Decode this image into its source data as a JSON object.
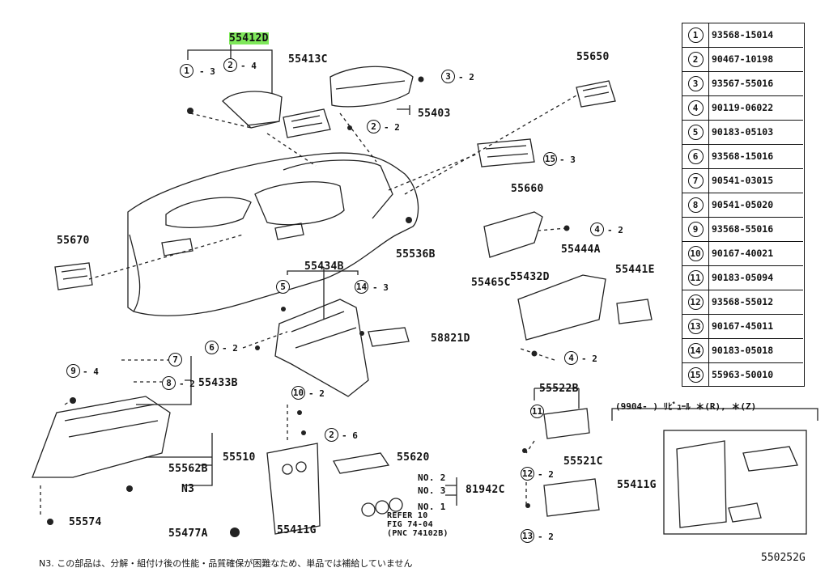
{
  "parts": {
    "p55412D": "55412D",
    "p55413C": "55413C",
    "p55650": "55650",
    "p55403": "55403",
    "p55660": "55660",
    "p55670": "55670",
    "p55536B": "55536B",
    "p55444A": "55444A",
    "p55465C": "55465C",
    "p55432D": "55432D",
    "p55441E": "55441E",
    "p55434B": "55434B",
    "p58821D": "58821D",
    "p55433B": "55433B",
    "p55510": "55510",
    "p55562B": "55562B",
    "pN3": "N3",
    "p55574": "55574",
    "p55477A": "55477A",
    "p55411G": "55411G",
    "p55620": "55620",
    "p81942C": "81942C",
    "no2": "NO. 2",
    "no3": "NO. 3",
    "no1": "NO. 1",
    "refer1": "REFER 10",
    "refer2": "FIG 74-04",
    "refer3": "(PNC 74102B)",
    "p55522B": "55522B",
    "p55521C": "55521C",
    "p55411G_opt": "55411G"
  },
  "callouts": {
    "c1": "1",
    "c2": "2",
    "c3": "3",
    "c4": "4",
    "c5": "5",
    "c6": "6",
    "c7": "7",
    "c8": "8",
    "c9": "9",
    "c10": "10",
    "c11": "11",
    "c12": "12",
    "c13": "13",
    "c14": "14",
    "c15": "15"
  },
  "qty": {
    "q3": "3",
    "q4": "4",
    "q2": "2",
    "q6": "6"
  },
  "table": [
    {
      "n": "1",
      "part": "93568-15014"
    },
    {
      "n": "2",
      "part": "90467-10198"
    },
    {
      "n": "3",
      "part": "93567-55016"
    },
    {
      "n": "4",
      "part": "90119-06022"
    },
    {
      "n": "5",
      "part": "90183-05103"
    },
    {
      "n": "6",
      "part": "93568-15016"
    },
    {
      "n": "7",
      "part": "90541-03015"
    },
    {
      "n": "8",
      "part": "90541-05020"
    },
    {
      "n": "9",
      "part": "93568-55016"
    },
    {
      "n": "10",
      "part": "90167-40021"
    },
    {
      "n": "11",
      "part": "90183-05094"
    },
    {
      "n": "12",
      "part": "93568-55012"
    },
    {
      "n": "13",
      "part": "90167-45011"
    },
    {
      "n": "14",
      "part": "90183-05018"
    },
    {
      "n": "15",
      "part": "55963-50010"
    }
  ],
  "option_text": "(9904-      ) ﾘﾋﾞｭｰﾙ ＊(R), ＊(Z)",
  "footnote": "N3. この部品は、分解・組付け後の性能・品質確保が困難なため、単品では補給していません",
  "figure_code": "550252G"
}
